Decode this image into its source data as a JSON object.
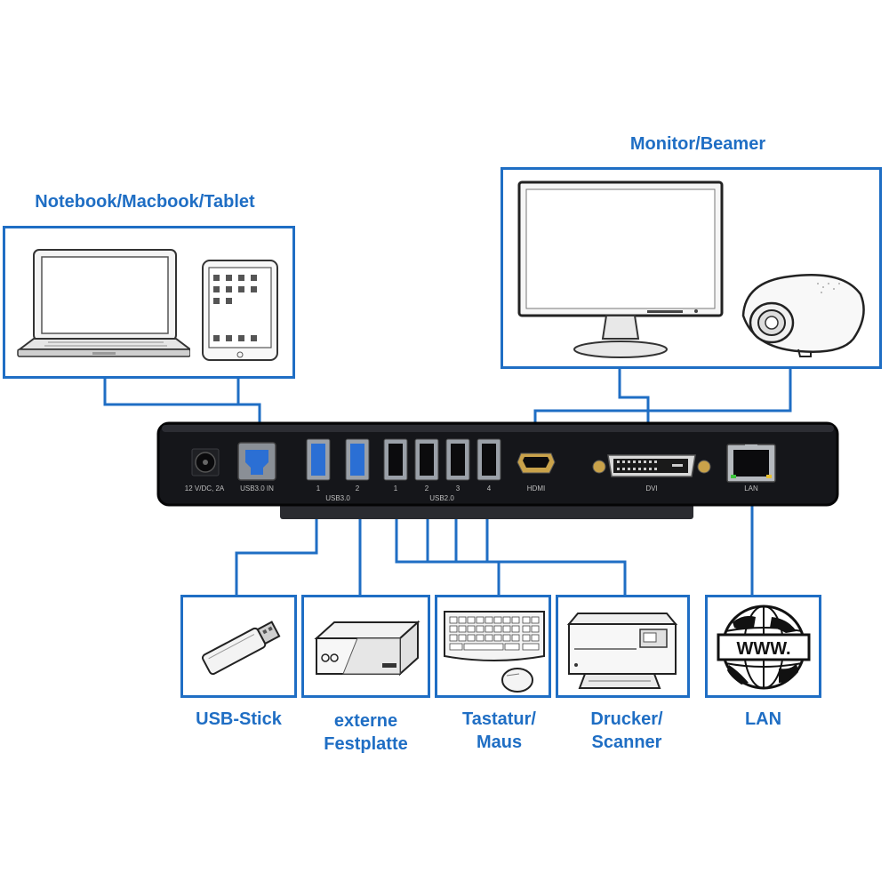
{
  "labels": {
    "notebook": "Notebook/Macbook/Tablet",
    "monitor": "Monitor/Beamer",
    "usb_stick": "USB-Stick",
    "hdd_line1": "externe",
    "hdd_line2": "Festplatte",
    "keyboard_line1": "Tastatur/",
    "keyboard_line2": "Maus",
    "printer_line1": "Drucker/",
    "printer_line2": "Scanner",
    "lan": "LAN"
  },
  "ports": {
    "power": "12 V/DC, 2A",
    "usb3_in": "USB3.0 IN",
    "usb3_group": "USB3.0",
    "usb3_1": "1",
    "usb3_2": "2",
    "usb2_group": "USB2.0",
    "usb2_1": "1",
    "usb2_2": "2",
    "usb2_3": "3",
    "usb2_4": "4",
    "hdmi": "HDMI",
    "dvi": "DVI",
    "lan": "LAN"
  },
  "globe_text": "WWW.",
  "colors": {
    "accent": "#1f6ec4",
    "dock": "#15161a"
  }
}
